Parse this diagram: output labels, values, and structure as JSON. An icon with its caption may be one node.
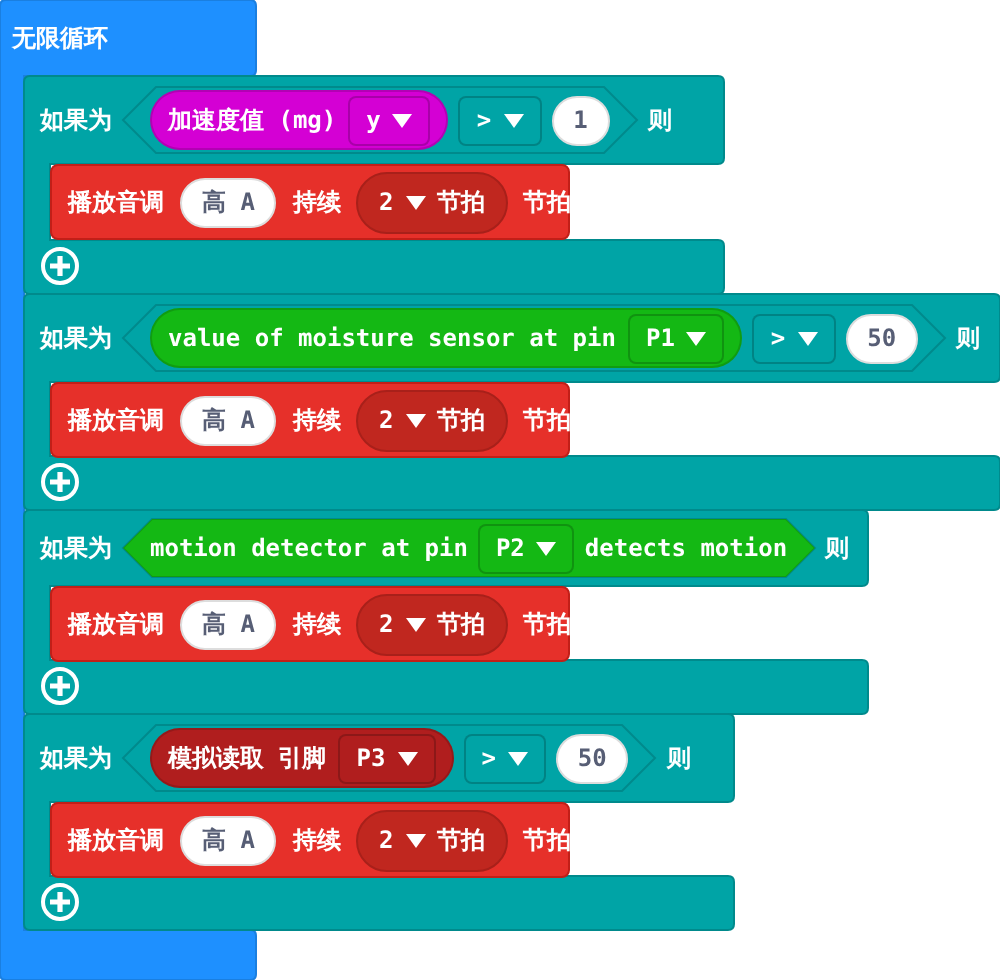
{
  "diagram": {
    "nodes": [
      {
        "text": [
          "无限循环"
        ]
      },
      {
        "text": [
          "如果为",
          "则"
        ]
      },
      {
        "text": [],
        "shape": "hexagon",
        "in": 1
      },
      {
        "text": [
          "加速度值 (mg)"
        ],
        "in": 2
      },
      {
        "text": [
          "y"
        ],
        "in": 3
      },
      {
        "text": [
          ">"
        ],
        "in": 2
      },
      {
        "text": [
          "1"
        ],
        "in": 2
      },
      {
        "text": [
          "播放音调",
          "持续",
          "节拍"
        ],
        "in": 1
      },
      {
        "text": [
          "高 A"
        ],
        "in": 7
      },
      {
        "text": [
          "2",
          "节拍"
        ],
        "in": 7
      },
      {
        "text": [
          "如果为",
          "则"
        ]
      },
      {
        "text": [],
        "shape": "hexagon",
        "in": 10
      },
      {
        "text": [
          "value of moisture sensor at pin"
        ],
        "in": 11
      },
      {
        "text": [
          "P1"
        ],
        "in": 12
      },
      {
        "text": [
          ">"
        ],
        "in": 11
      },
      {
        "text": [
          "50"
        ],
        "in": 11
      },
      {
        "text": [
          "播放音调",
          "持续",
          "节拍"
        ],
        "in": 10
      },
      {
        "text": [
          "高 A"
        ],
        "in": 16
      },
      {
        "text": [
          "2",
          "节拍"
        ],
        "in": 16
      },
      {
        "text": [
          "如果为",
          "则"
        ]
      },
      {
        "text": [
          "motion detector at pin",
          "detects motion"
        ],
        "in": 19
      },
      {
        "text": [
          "P2"
        ],
        "in": 20
      },
      {
        "text": [
          "播放音调",
          "持续",
          "节拍"
        ],
        "in": 19
      },
      {
        "text": [
          "高 A"
        ],
        "in": 22
      },
      {
        "text": [
          "2",
          "节拍"
        ],
        "in": 22
      },
      {
        "text": [
          "如果为",
          "则"
        ]
      },
      {
        "text": [],
        "shape": "hexagon",
        "in": 25
      },
      {
        "text": [
          "模拟读取 引脚"
        ],
        "in": 26
      },
      {
        "text": [
          "P3"
        ],
        "in": 27
      },
      {
        "text": [
          ">"
        ],
        "in": 26
      },
      {
        "text": [
          "50"
        ],
        "in": 26
      },
      {
        "text": [
          "播放音调",
          "持续",
          "节拍"
        ],
        "in": 25
      },
      {
        "text": [
          "高 A"
        ],
        "in": 31
      },
      {
        "text": [
          "2",
          "节拍"
        ],
        "in": 31
      }
    ]
  }
}
